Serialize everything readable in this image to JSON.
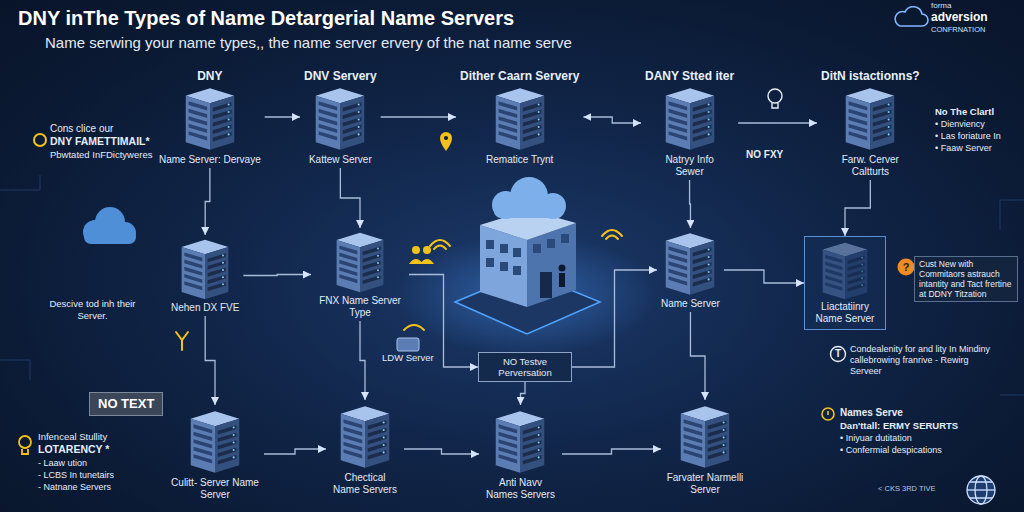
{
  "diagram": {
    "title": "DNY inThe Types of Name Detargerial Name Servers",
    "nodes": [
      {
        "text": [
          "DNY",
          "Name Server: Dervaye"
        ]
      },
      {
        "text": [
          "DNV Servery",
          "Kattew Server"
        ]
      },
      {
        "text": [
          "Dither Caarn Servery",
          "Rematice Trynt"
        ]
      },
      {
        "text": [
          "DANY Stted iter",
          "Natryy Info Sewer"
        ]
      },
      {
        "text": [
          "DitN istactionns?",
          "Farw. Cerver Caltturts"
        ]
      },
      {
        "text": [
          "Nehen DX FVE"
        ]
      },
      {
        "text": [
          "FNX Name Server Type"
        ]
      },
      {
        "text": [
          "NO Testve Perversation"
        ]
      },
      {
        "text": [
          "Name Server"
        ]
      },
      {
        "text": [
          "Liactatiinry Name Server"
        ]
      },
      {
        "text": [
          "LDW Server"
        ]
      },
      {
        "text": [
          "NO TEXT"
        ]
      },
      {
        "text": [
          "Culitt- Server Name Server"
        ]
      },
      {
        "text": [
          "Chectical Name Servers"
        ]
      },
      {
        "text": [
          "Anti Navv Names Servers"
        ]
      },
      {
        "text": [
          "Farvater Narmelli Server"
        ]
      }
    ],
    "edges": [
      {
        "from": 0,
        "to": 1,
        "arrow": "to"
      },
      {
        "from": 1,
        "to": 2,
        "arrow": "to"
      },
      {
        "from": 2,
        "to": 3,
        "arrow": "both"
      },
      {
        "from": 3,
        "to": 4,
        "arrow": "to"
      },
      {
        "from": 0,
        "to": 5,
        "arrow": "to"
      },
      {
        "from": 1,
        "to": 6,
        "arrow": "to"
      },
      {
        "from": 3,
        "to": 8,
        "arrow": "to"
      },
      {
        "from": 4,
        "to": 9,
        "arrow": "to"
      },
      {
        "from": 5,
        "to": 6,
        "arrow": "to"
      },
      {
        "from": 6,
        "to": 7,
        "arrow": "to"
      },
      {
        "from": 7,
        "to": 8,
        "arrow": "to"
      },
      {
        "from": 8,
        "to": 9,
        "arrow": "to"
      },
      {
        "from": 5,
        "to": 12,
        "arrow": "to"
      },
      {
        "from": 6,
        "to": 13,
        "arrow": "to"
      },
      {
        "from": 7,
        "to": 14,
        "arrow": "to"
      },
      {
        "from": 8,
        "to": 15,
        "arrow": "to"
      },
      {
        "from": 12,
        "to": 13,
        "arrow": "to"
      },
      {
        "from": 13,
        "to": 14,
        "arrow": "to"
      },
      {
        "from": 14,
        "to": 15,
        "arrow": "to"
      }
    ],
    "labels": [
      "Name serwing your name types,, the name server ervery of the nat name serve",
      "forma",
      "adversion",
      "CONFRNATION",
      "Cons clice our",
      "DNY FAMETTIMAIL*",
      "Pbwtated InFDictyweres",
      "No The Clartl",
      "• Dienviency",
      "• Las foriature In",
      "• Faaw Server",
      "NO FXY",
      "Descive tod inh their Server.",
      "?",
      "Cust New with Commitaors astrauch intantity and Tact frertine at DDNY Titzation",
      "T",
      "Condealenity for and lity In Mindiny callebrowing franrive - Rewirg Serveer",
      "Infenceal Stullity",
      "LOTARENCY *",
      "- Laaw ution",
      "- LCBS In tunetairs",
      "- Natnane Servers",
      "Names Serve",
      "Dan'ttall: ERMY SERURTS",
      "• Iniyuar dutitation",
      "• Confermial despications",
      "< CKS 3RD TIVE"
    ]
  }
}
